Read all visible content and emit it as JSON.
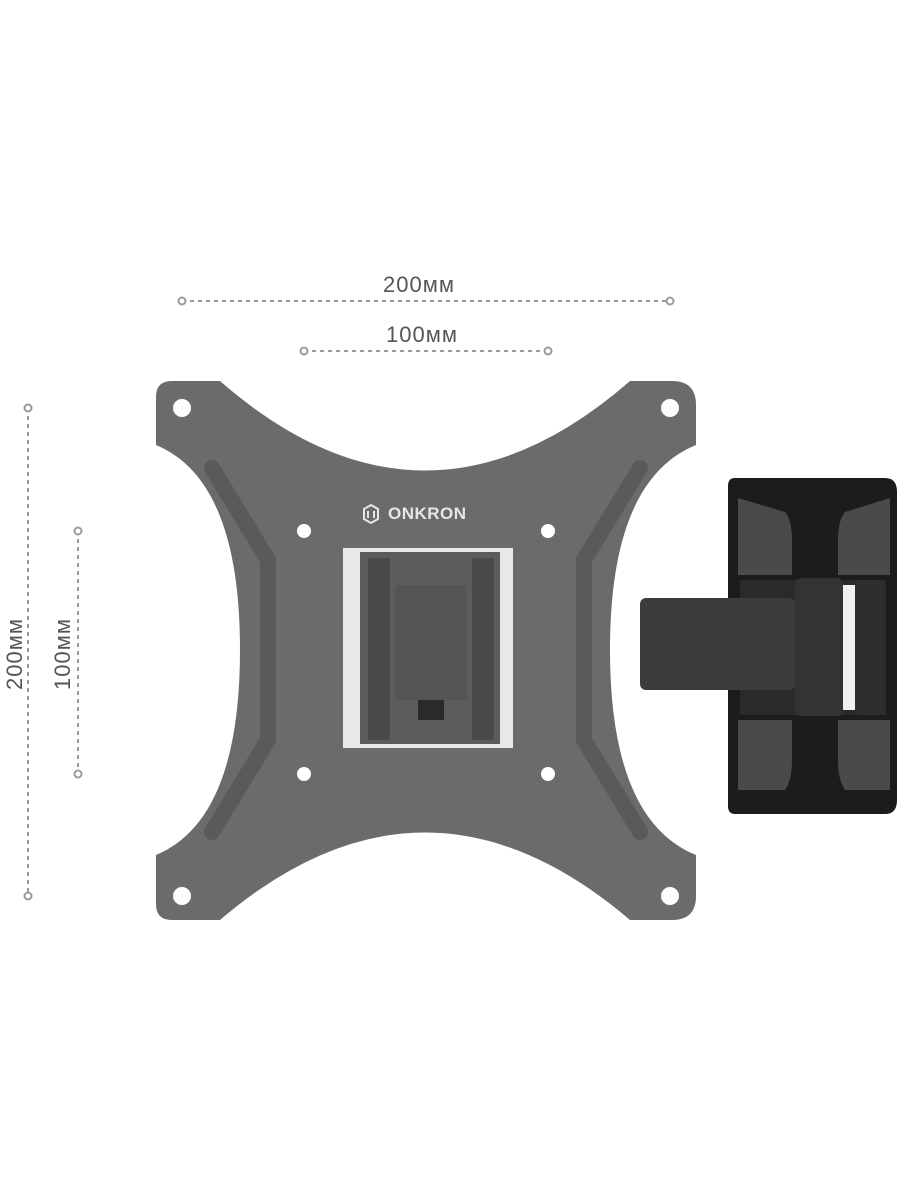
{
  "dimensions": {
    "horizontal_outer": "200мм",
    "horizontal_inner": "100мм",
    "vertical_outer": "200мм",
    "vertical_inner": "100мм"
  },
  "brand": {
    "name": "ONKRON",
    "icon": "onkron-logo-icon"
  },
  "colors": {
    "plate": "#6a6a6a",
    "arm": "#3f3f3f",
    "wall_bracket": "#1f1f1f",
    "dimension_lines": "#9a9a9a"
  }
}
